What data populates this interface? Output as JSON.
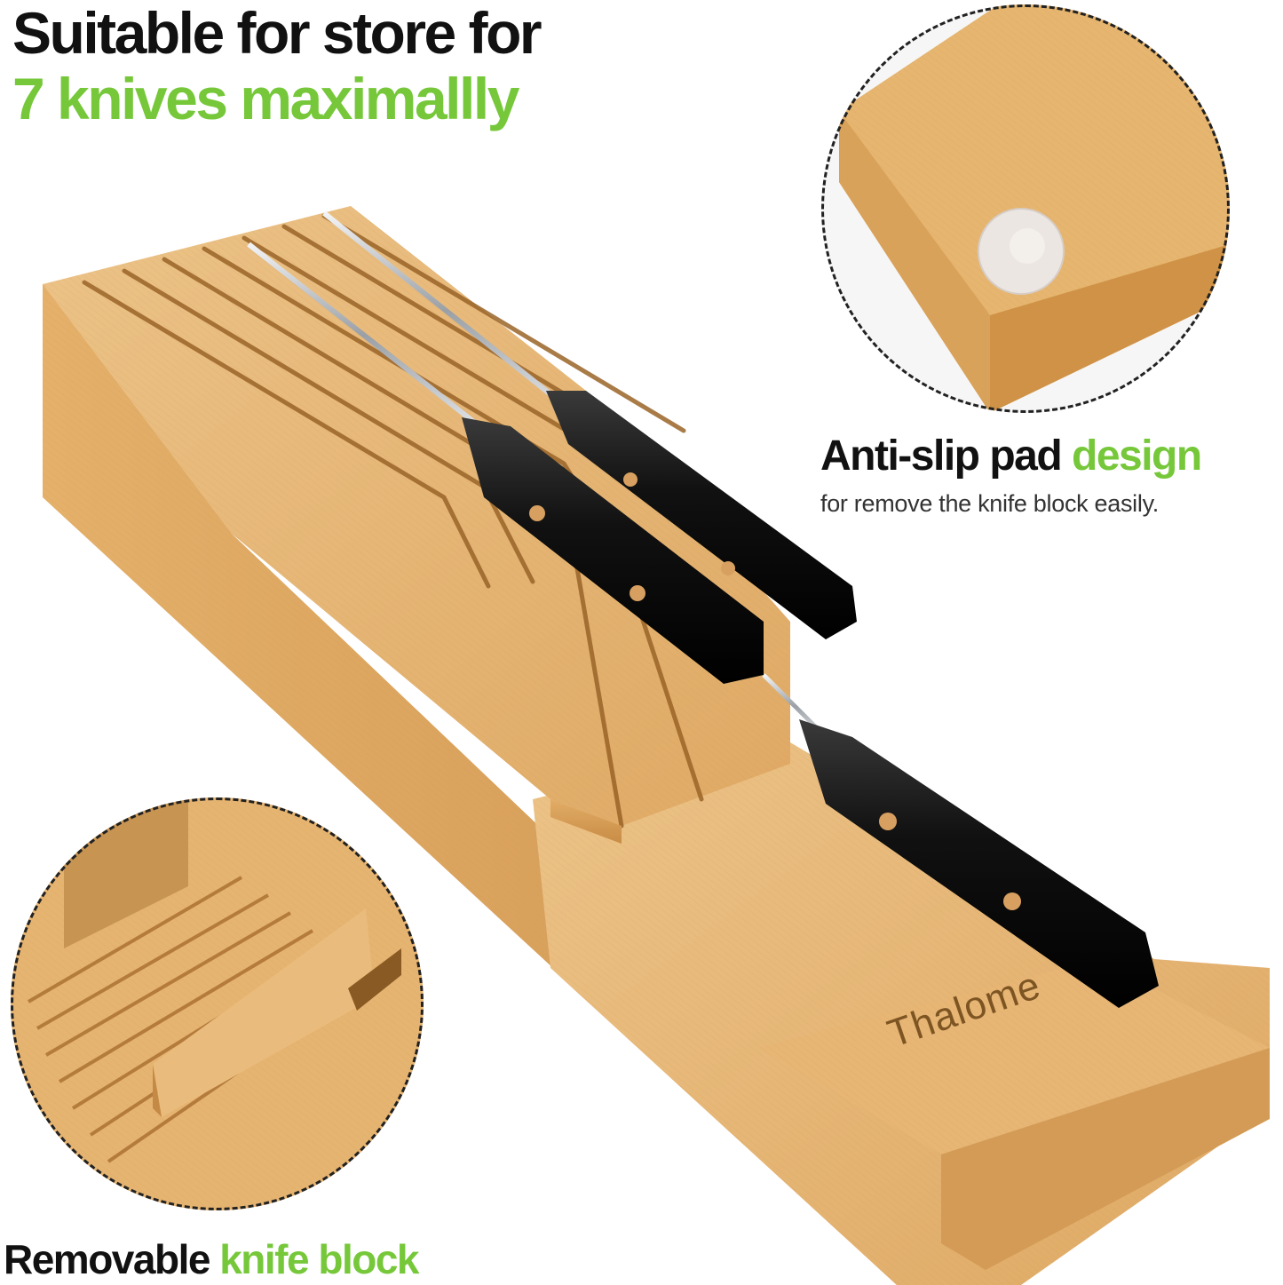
{
  "headline": {
    "line1": "Suitable for store for",
    "line2": "7 knives maximallly"
  },
  "features": {
    "anti_slip": {
      "title_dark": "Anti-slip pad",
      "title_green": "design",
      "subtitle": "for remove the knife block easily."
    },
    "removable": {
      "title_dark": "Removable",
      "title_green": "knife block"
    }
  },
  "product": {
    "brand_engraving": "Thalome",
    "slot_count": 7,
    "knives_shown": 3
  },
  "colors": {
    "accent_green": "#76c83a",
    "text_dark": "#111111",
    "bamboo_light": "#e6b878",
    "bamboo_mid": "#d9a15a",
    "bamboo_dark": "#b97f3b",
    "handle_black": "#141414",
    "steel": "#c9ccd1"
  }
}
